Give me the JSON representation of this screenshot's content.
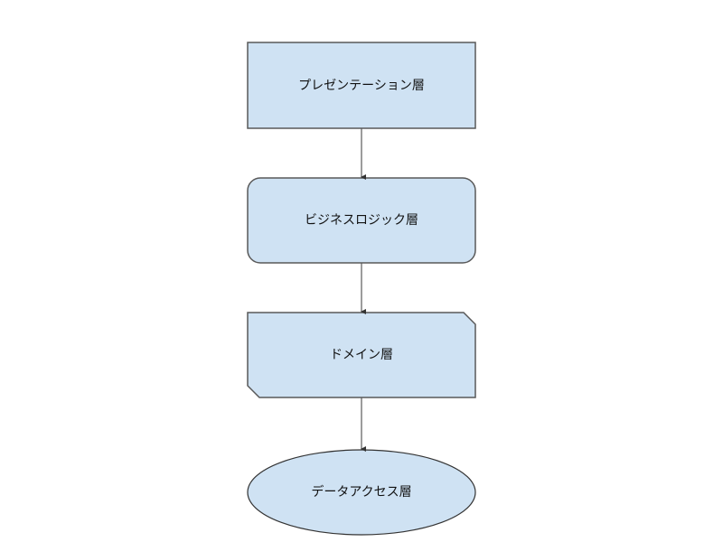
{
  "diagram": {
    "type": "flowchart",
    "colors": {
      "fill": "#cfe2f3",
      "stroke": "#595959",
      "arrow": "#595959",
      "text": "#111111"
    },
    "nodes": [
      {
        "id": "presentation",
        "label": "プレゼンテーション層",
        "shape": "rectangle"
      },
      {
        "id": "business",
        "label": "ビジネスロジック層",
        "shape": "rounded-rectangle"
      },
      {
        "id": "domain",
        "label": "ドメイン層",
        "shape": "snipped-rectangle"
      },
      {
        "id": "data-access",
        "label": "データアクセス層",
        "shape": "ellipse"
      }
    ],
    "edges": [
      {
        "from": "presentation",
        "to": "business"
      },
      {
        "from": "business",
        "to": "domain"
      },
      {
        "from": "domain",
        "to": "data-access"
      }
    ]
  }
}
